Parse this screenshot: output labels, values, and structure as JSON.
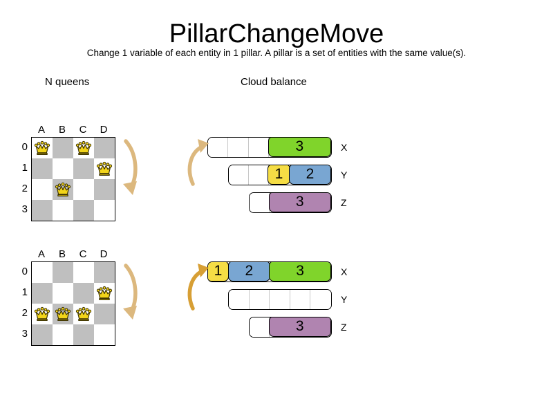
{
  "header": {
    "title": "PillarChangeMove",
    "subtitle": "Change 1 variable of each entity in 1 pillar. A pillar is a set of entities with the same value(s)."
  },
  "sections": {
    "nqueens_label": "N queens",
    "cloud_label": "Cloud balance"
  },
  "nqueens": {
    "column_labels": [
      "A",
      "B",
      "C",
      "D"
    ],
    "row_labels": [
      "0",
      "1",
      "2",
      "3"
    ],
    "boards": [
      {
        "name": "before",
        "queens": [
          {
            "col": 0,
            "row": 0
          },
          {
            "col": 2,
            "row": 0
          },
          {
            "col": 3,
            "row": 1
          },
          {
            "col": 1,
            "row": 2
          }
        ]
      },
      {
        "name": "after",
        "queens": [
          {
            "col": 3,
            "row": 1
          },
          {
            "col": 0,
            "row": 2
          },
          {
            "col": 1,
            "row": 2
          },
          {
            "col": 2,
            "row": 2
          }
        ]
      }
    ]
  },
  "cloud": {
    "colors": {
      "yellow": "#F5DD45",
      "blue": "#79A6D2",
      "green": "#80D42B",
      "purple": "#B084B0",
      "empty": "#FFFFFF",
      "outline": "#000000"
    },
    "groups": [
      {
        "name": "before",
        "machines": [
          {
            "label": "X",
            "empty_cells": 3,
            "processes": [
              {
                "label": "3",
                "size": 3,
                "color": "green"
              }
            ]
          },
          {
            "label": "Y",
            "empty_cells": 2,
            "processes": [
              {
                "label": "1",
                "size": 1,
                "color": "yellow"
              },
              {
                "label": "2",
                "size": 2,
                "color": "blue"
              }
            ]
          },
          {
            "label": "Z",
            "empty_cells": 1,
            "processes": [
              {
                "label": "3",
                "size": 3,
                "color": "purple"
              }
            ]
          }
        ]
      },
      {
        "name": "after",
        "machines": [
          {
            "label": "X",
            "empty_cells": 0,
            "processes": [
              {
                "label": "1",
                "size": 1,
                "color": "yellow"
              },
              {
                "label": "2",
                "size": 2,
                "color": "blue"
              },
              {
                "label": "3",
                "size": 3,
                "color": "green"
              }
            ]
          },
          {
            "label": "Y",
            "empty_cells": 5,
            "processes": []
          },
          {
            "label": "Z",
            "empty_cells": 1,
            "processes": [
              {
                "label": "3",
                "size": 3,
                "color": "purple"
              }
            ]
          }
        ]
      }
    ]
  },
  "arrows": {
    "queens_arrow_color": "#DCB87E",
    "cloud_arrow_top_color": "#DCB87E",
    "cloud_arrow_bottom_color": "#D79F35"
  }
}
